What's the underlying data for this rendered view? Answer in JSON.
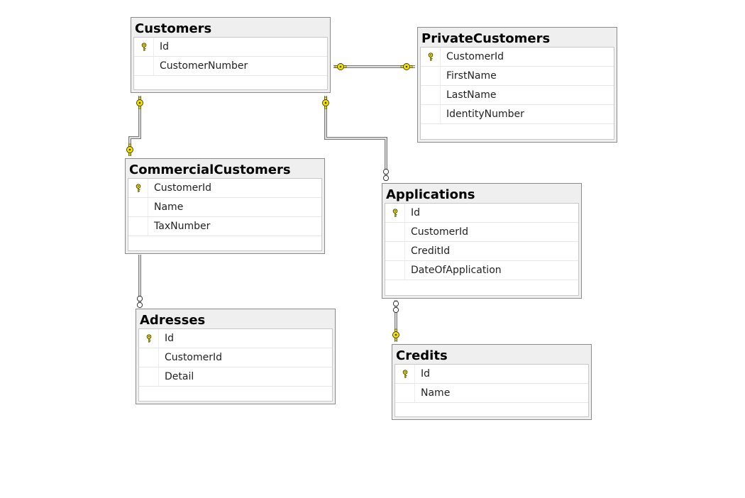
{
  "tables": [
    {
      "key": "customers",
      "title": "Customers",
      "columns": [
        {
          "name": "Id",
          "pk": true
        },
        {
          "name": "CustomerNumber",
          "pk": false
        }
      ]
    },
    {
      "key": "privatecustomers",
      "title": "PrivateCustomers",
      "columns": [
        {
          "name": "CustomerId",
          "pk": true
        },
        {
          "name": "FirstName",
          "pk": false
        },
        {
          "name": "LastName",
          "pk": false
        },
        {
          "name": "IdentityNumber",
          "pk": false
        }
      ]
    },
    {
      "key": "commercialcustomers",
      "title": "CommercialCustomers",
      "columns": [
        {
          "name": "CustomerId",
          "pk": true
        },
        {
          "name": "Name",
          "pk": false
        },
        {
          "name": "TaxNumber",
          "pk": false
        }
      ]
    },
    {
      "key": "applications",
      "title": "Applications",
      "columns": [
        {
          "name": "Id",
          "pk": true
        },
        {
          "name": "CustomerId",
          "pk": false
        },
        {
          "name": "CreditId",
          "pk": false
        },
        {
          "name": "DateOfApplication",
          "pk": false
        }
      ]
    },
    {
      "key": "adresses",
      "title": "Adresses",
      "columns": [
        {
          "name": "Id",
          "pk": true
        },
        {
          "name": "CustomerId",
          "pk": false
        },
        {
          "name": "Detail",
          "pk": false
        }
      ]
    },
    {
      "key": "credits",
      "title": "Credits",
      "columns": [
        {
          "name": "Id",
          "pk": true
        },
        {
          "name": "Name",
          "pk": false
        }
      ]
    }
  ],
  "relationships": [
    {
      "from": "Customers",
      "to": "PrivateCustomers",
      "type": "one-to-one"
    },
    {
      "from": "Customers",
      "to": "CommercialCustomers",
      "type": "one-to-one"
    },
    {
      "from": "Customers",
      "to": "Applications",
      "type": "one-to-many"
    },
    {
      "from": "CommercialCustomers",
      "to": "Adresses",
      "type": "one-to-many"
    },
    {
      "from": "Credits",
      "to": "Applications",
      "type": "one-to-many"
    }
  ],
  "colors": {
    "key_fill": "#f5e100",
    "key_stroke": "#3a3a00",
    "line": "#7a7a7a"
  }
}
